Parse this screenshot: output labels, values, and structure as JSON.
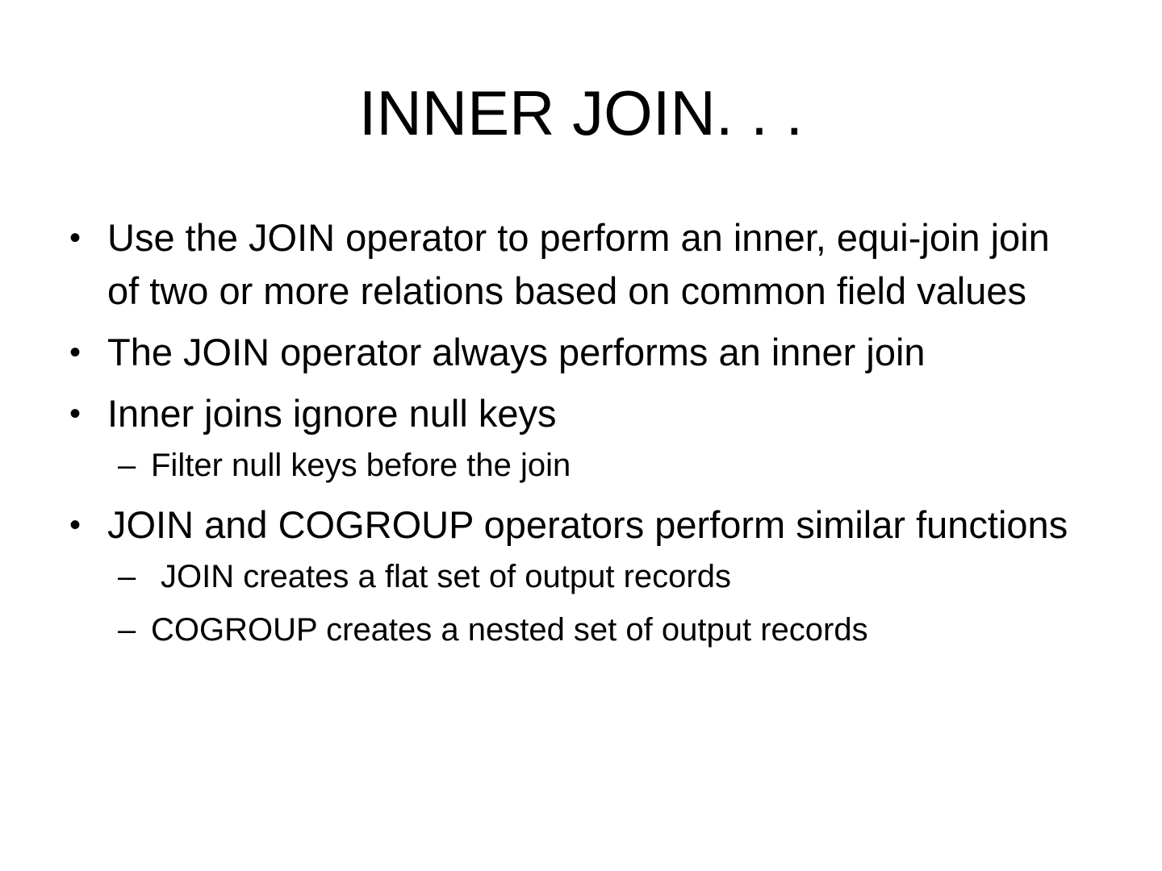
{
  "slide": {
    "title": "INNER JOIN. . .",
    "bullet_marker": "•",
    "sub_marker": "–",
    "bullets": [
      {
        "text": "Use the JOIN operator to perform an inner, equi-join join of two or more relations based on common field values",
        "subs": []
      },
      {
        "text": "The JOIN operator always performs an inner join",
        "subs": []
      },
      {
        "text": "Inner joins ignore null keys",
        "subs": [
          "Filter null keys before the join"
        ]
      },
      {
        "text": "JOIN and COGROUP operators perform similar functions",
        "subs": [
          "JOIN creates a flat set of output records",
          "COGROUP creates a nested set of output records"
        ]
      }
    ]
  }
}
